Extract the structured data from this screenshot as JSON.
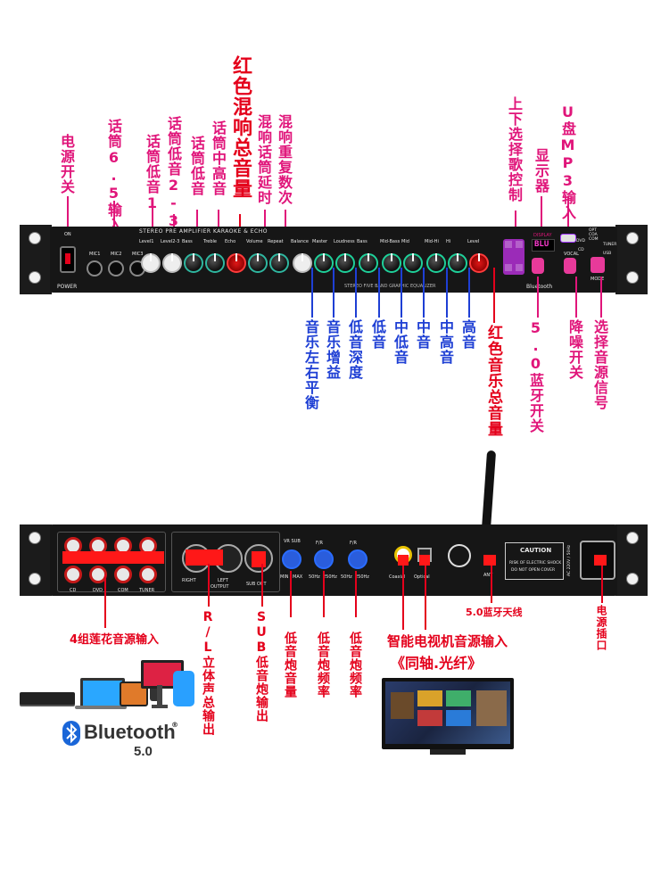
{
  "top_labels": {
    "power_switch": "电源开关",
    "mic_input": "话筒6.5输入",
    "mic_bass1": "话筒低音1",
    "mic_bass23": "话筒低音2-3",
    "mic_bass": "话筒低音",
    "mic_mid_treble": "话筒中高音",
    "echo_master": "红色混响总音量",
    "echo_delay": "混响话筒延时",
    "echo_repeat": "混响重复数次",
    "track_control": "上下选择歌控制",
    "display": "显示器",
    "usb_mp3": "U盘MP3输入"
  },
  "lower_labels": {
    "balance": "音乐左右平衡",
    "music_gain": "音乐增益",
    "bass_depth": "低音深度",
    "bass": "低音",
    "mid_bass": "中低音",
    "mid": "中音",
    "mid_treble": "中高音",
    "treble": "高音",
    "music_master": "红色音乐总音量",
    "bt_switch": "5.0蓝牙开关",
    "noise_switch": "降噪开关",
    "source_select": "选择音源信号"
  },
  "front_panel": {
    "title": "STEREO PRE AMPLIFIER KARAOKE & ECHO",
    "eq_title": "STEREO FIVE BAND GRAPHIC EQUALIZER",
    "power": "POWER",
    "on": "ON",
    "mic1": "MIC1",
    "mic2": "MIC2",
    "mic3": "MIC3",
    "knob_labels": [
      "Level1",
      "Level2-3",
      "Bass",
      "Treble",
      "Echo",
      "Volume",
      "Repeat",
      "Balance",
      "Master",
      "Loudness",
      "Bass",
      "Mid-Bass",
      "Mid",
      "Mid-Hi",
      "Hi",
      "Level"
    ],
    "display_label": "DISPLAY",
    "display_value": "BLU",
    "bluetooth": "Bluetooth",
    "vocal": "VOCAL",
    "mode": "MODE",
    "source_opts": [
      "OPT",
      "COA",
      "COM",
      "DVD",
      "TUNER",
      "USB",
      "CD"
    ]
  },
  "rear_labels": {
    "rca_input": "4组莲花音源输入",
    "rl_output": "R/L立体声总输出",
    "sub_output": "SUB低音炮输出",
    "sub_volume": "低音炮音量",
    "sub_freq1": "低音炮频率",
    "sub_freq2": "低音炮频率",
    "tv_input": "智能电视机音源输入",
    "tv_input2": "《同轴.光纤》",
    "bt_antenna": "5.0蓝牙天线",
    "power_socket": "电源插口"
  },
  "rear_panel": {
    "cd": "CD",
    "dvd": "DVD",
    "com": "COM",
    "tuner": "TUNER",
    "right": "RIGHT",
    "left": "LEFT",
    "output": "OUTPUT",
    "sub_out": "SUB OUT",
    "vr_sub": "VR SUB",
    "min": "MIN",
    "max": "MAX",
    "fr": "F/R",
    "hz50": "50Hz",
    "hz250": "250Hz",
    "caution": "CAUTION",
    "risk": "RISK OF ELECTRIC SHOCK",
    "dont_open": "DO NOT OPEN COVER",
    "ant": "ANT",
    "coaxial": "Coaxial",
    "optical": "Optical",
    "ac": "AC 220V / 50Hz"
  },
  "bluetooth_logo": {
    "text": "Bluetooth",
    "version": "5.0",
    "trademark": "®"
  },
  "colors": {
    "pink": "#e0157a",
    "blue": "#1e3fd4",
    "red": "#e4001b",
    "panel": "#161616"
  }
}
